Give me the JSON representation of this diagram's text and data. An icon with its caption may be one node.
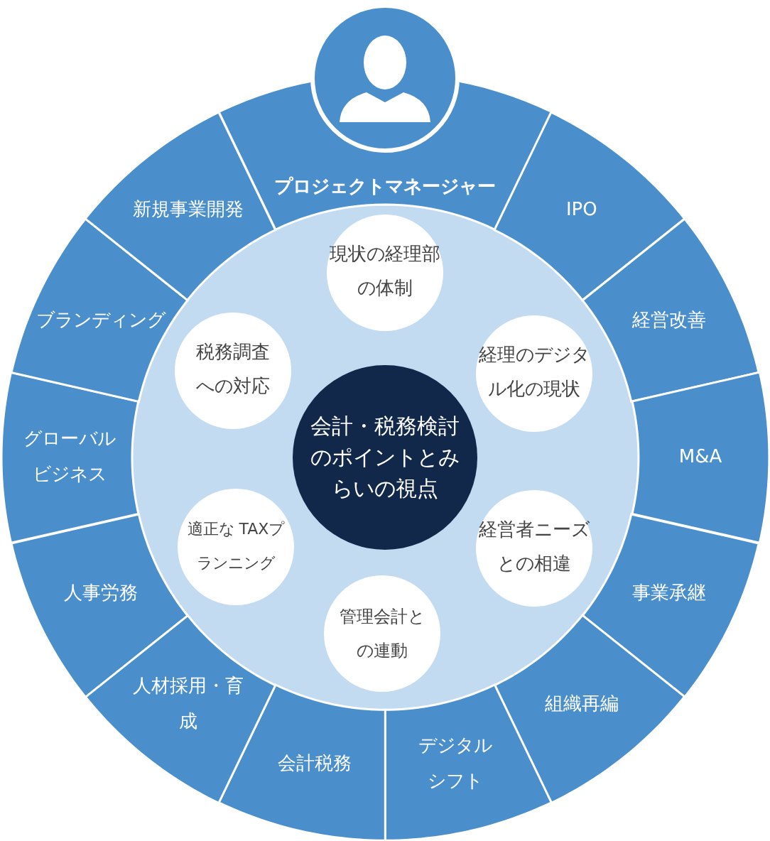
{
  "diagram": {
    "nodes": [
      {
        "text": [
          "プロジェクトマネージャー"
        ]
      },
      {
        "text": [
          "IPO"
        ]
      },
      {
        "text": [
          "経営改善"
        ]
      },
      {
        "text": [
          "M&A"
        ]
      },
      {
        "text": [
          "事業承継"
        ]
      },
      {
        "text": [
          "組織再編"
        ]
      },
      {
        "text": [
          "デジタルシフト"
        ]
      },
      {
        "text": [
          "会計税務"
        ]
      },
      {
        "text": [
          "人材採用・育成"
        ]
      },
      {
        "text": [
          "人事労務"
        ]
      },
      {
        "text": [
          "グローバルビジネス"
        ]
      },
      {
        "text": [
          "ブランディング"
        ]
      },
      {
        "text": [
          "新規事業開発"
        ]
      },
      {
        "text": [
          "会計・税務検討のポイントとみらいの視点"
        ]
      },
      {
        "text": [
          "現状の経理部の体制"
        ]
      },
      {
        "text": [
          "経理のデジタル化の現状"
        ]
      },
      {
        "text": [
          "経営者ニーズとの相違"
        ]
      },
      {
        "text": [
          "管理会計との連動"
        ]
      },
      {
        "text": [
          "適正な TAXプランニング"
        ]
      },
      {
        "text": [
          "税務調査への対応"
        ]
      }
    ],
    "edges": []
  }
}
